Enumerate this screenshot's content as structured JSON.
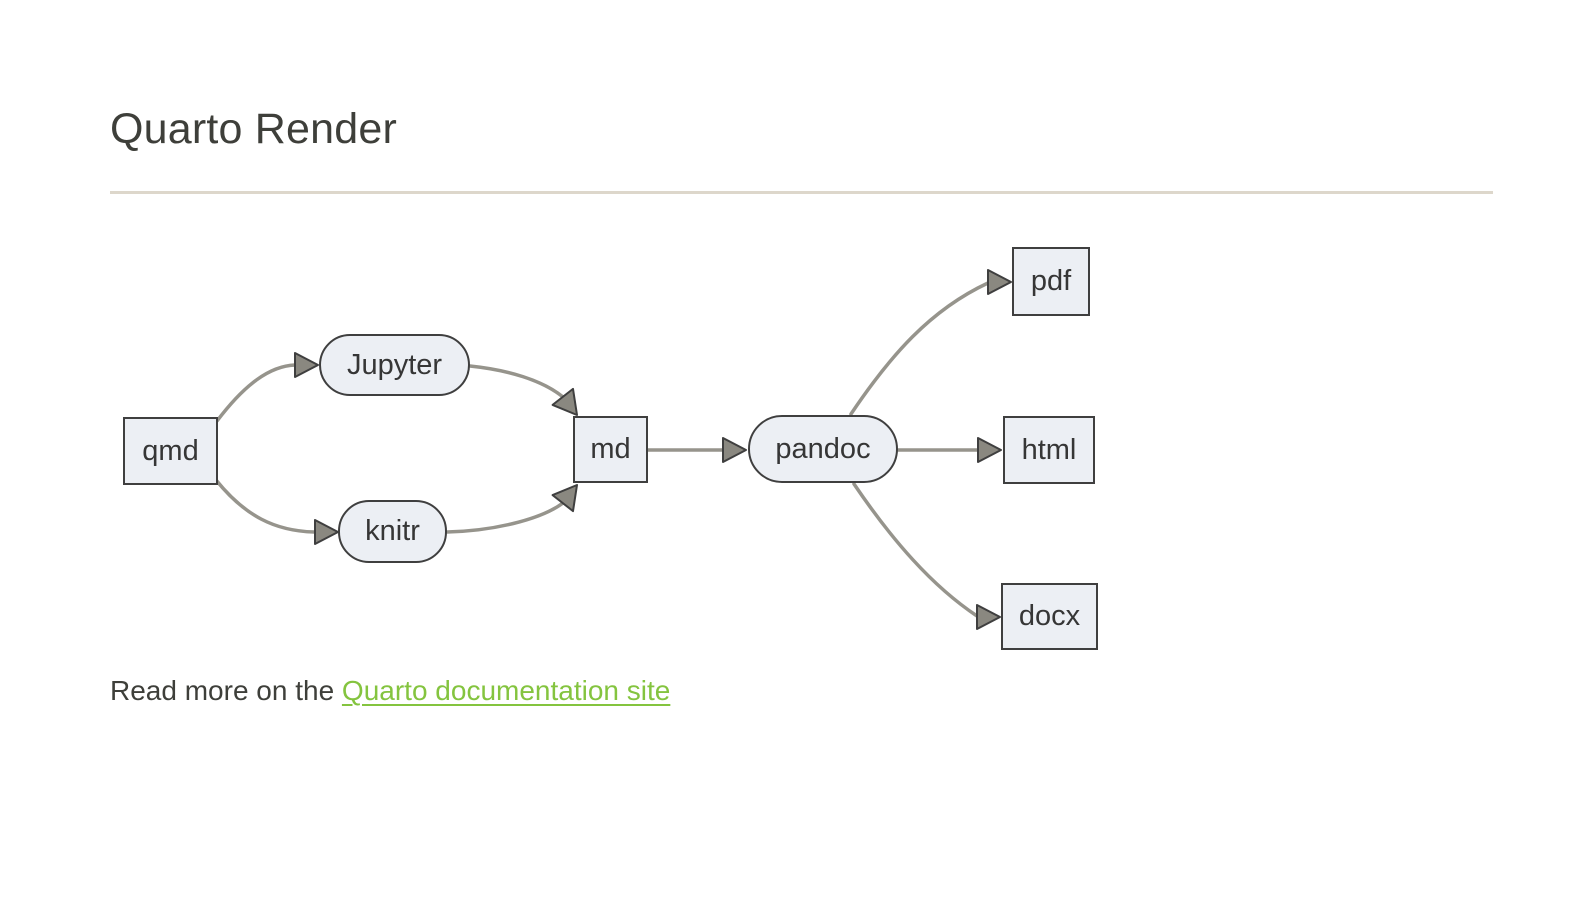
{
  "page": {
    "title": "Quarto Render",
    "footer": {
      "text_before_link": "Read more on the ",
      "link_text": "Quarto documentation site"
    }
  },
  "diagram": {
    "type": "flowchart",
    "direction": "left-to-right",
    "nodes": [
      {
        "id": "qmd",
        "label": "qmd",
        "shape": "rect"
      },
      {
        "id": "jupyter",
        "label": "Jupyter",
        "shape": "stadium"
      },
      {
        "id": "knitr",
        "label": "knitr",
        "shape": "stadium"
      },
      {
        "id": "md",
        "label": "md",
        "shape": "rect"
      },
      {
        "id": "pandoc",
        "label": "pandoc",
        "shape": "stadium"
      },
      {
        "id": "pdf",
        "label": "pdf",
        "shape": "rect"
      },
      {
        "id": "html",
        "label": "html",
        "shape": "rect"
      },
      {
        "id": "docx",
        "label": "docx",
        "shape": "rect"
      }
    ],
    "edges": [
      {
        "from": "qmd",
        "to": "jupyter"
      },
      {
        "from": "qmd",
        "to": "knitr"
      },
      {
        "from": "jupyter",
        "to": "md"
      },
      {
        "from": "knitr",
        "to": "md"
      },
      {
        "from": "md",
        "to": "pandoc"
      },
      {
        "from": "pandoc",
        "to": "pdf"
      },
      {
        "from": "pandoc",
        "to": "html"
      },
      {
        "from": "pandoc",
        "to": "docx"
      }
    ]
  },
  "colors": {
    "title_text": "#3e3f3a",
    "body_text": "#3e3f3a",
    "link_green": "#84c43f",
    "title_rule": "#ddd7cb",
    "node_fill": "#eceff4",
    "node_border": "#3f3f3f",
    "edge_line": "#96948c",
    "arrowhead_fill": "#8a8880"
  }
}
